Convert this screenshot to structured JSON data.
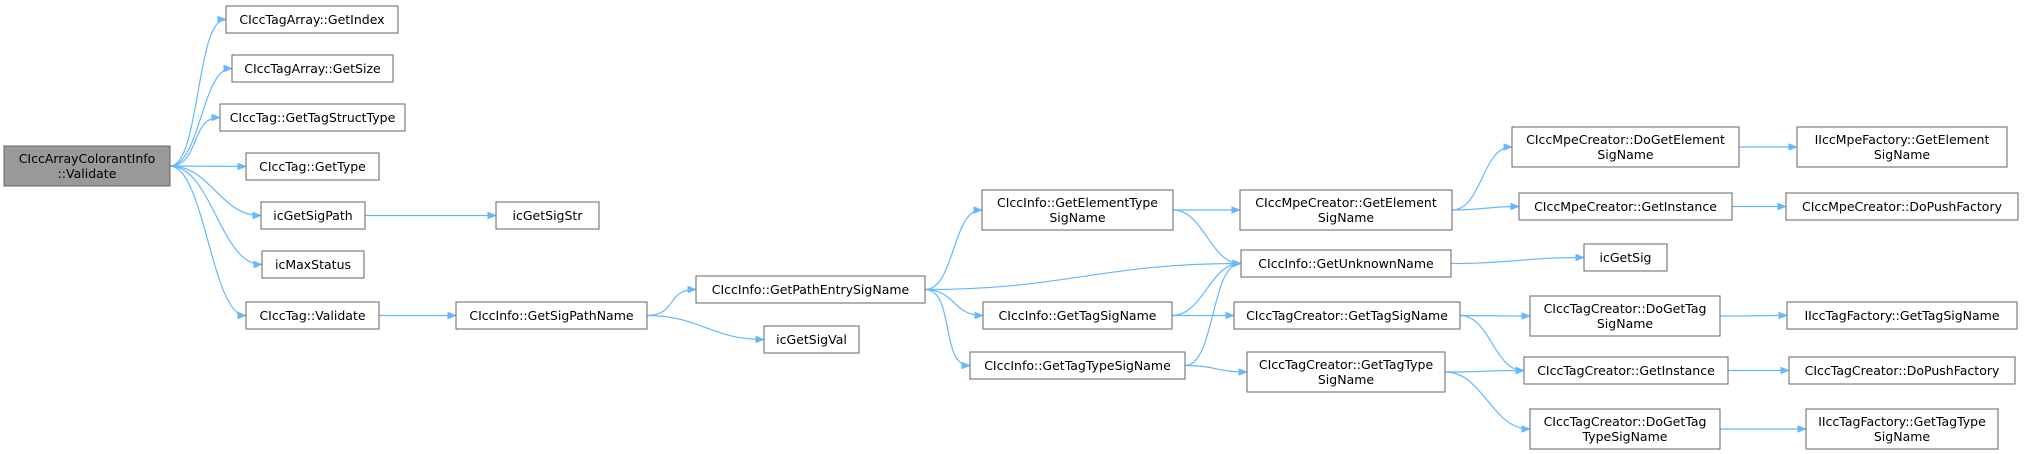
{
  "nodes": [
    {
      "id": "root",
      "lines": [
        "CIccArrayColorantInfo",
        "::Validate"
      ],
      "root": true
    },
    {
      "id": "tagarray-getindex",
      "lines": [
        "CIccTagArray::GetIndex"
      ]
    },
    {
      "id": "tagarray-getsize",
      "lines": [
        "CIccTagArray::GetSize"
      ]
    },
    {
      "id": "tag-gettagstructtype",
      "lines": [
        "CIccTag::GetTagStructType"
      ]
    },
    {
      "id": "tag-gettype",
      "lines": [
        "CIccTag::GetType"
      ]
    },
    {
      "id": "icgetsigpath",
      "lines": [
        "icGetSigPath"
      ]
    },
    {
      "id": "icgetsigstr",
      "lines": [
        "icGetSigStr"
      ]
    },
    {
      "id": "icmaxstatus",
      "lines": [
        "icMaxStatus"
      ]
    },
    {
      "id": "tag-validate",
      "lines": [
        "CIccTag::Validate"
      ]
    },
    {
      "id": "info-getsigpathname",
      "lines": [
        "CIccInfo::GetSigPathName"
      ]
    },
    {
      "id": "icgetsigval",
      "lines": [
        "icGetSigVal"
      ]
    },
    {
      "id": "info-getpathentrysigname",
      "lines": [
        "CIccInfo::GetPathEntrySigName"
      ]
    },
    {
      "id": "info-getelementtypesigname",
      "lines": [
        "CIccInfo::GetElementType",
        "SigName"
      ]
    },
    {
      "id": "info-gettagsigname",
      "lines": [
        "CIccInfo::GetTagSigName"
      ]
    },
    {
      "id": "info-gettagtypesigname",
      "lines": [
        "CIccInfo::GetTagTypeSigName"
      ]
    },
    {
      "id": "mpecreator-getelementsigname",
      "lines": [
        "CIccMpeCreator::GetElement",
        "SigName"
      ]
    },
    {
      "id": "info-getunknownname",
      "lines": [
        "CIccInfo::GetUnknownName"
      ]
    },
    {
      "id": "tagcreator-gettagsigname",
      "lines": [
        "CIccTagCreator::GetTagSigName"
      ]
    },
    {
      "id": "tagcreator-gettagtypesigname",
      "lines": [
        "CIccTagCreator::GetTagType",
        "SigName"
      ]
    },
    {
      "id": "mpecreator-dogetelementsigname",
      "lines": [
        "CIccMpeCreator::DoGetElement",
        "SigName"
      ]
    },
    {
      "id": "mpecreator-getinstance",
      "lines": [
        "CIccMpeCreator::GetInstance"
      ]
    },
    {
      "id": "icgetsig",
      "lines": [
        "icGetSig"
      ]
    },
    {
      "id": "tagcreator-dogettagsigname",
      "lines": [
        "CIccTagCreator::DoGetTag",
        "SigName"
      ]
    },
    {
      "id": "tagcreator-getinstance",
      "lines": [
        "CIccTagCreator::GetInstance"
      ]
    },
    {
      "id": "tagcreator-dogettagtypesigname",
      "lines": [
        "CIccTagCreator::DoGetTag",
        "TypeSigName"
      ]
    },
    {
      "id": "mpefactory-getelementsigname",
      "lines": [
        "IIccMpeFactory::GetElement",
        "SigName"
      ]
    },
    {
      "id": "mpecreator-dopushfactory",
      "lines": [
        "CIccMpeCreator::DoPushFactory"
      ]
    },
    {
      "id": "tagfactory-gettagsigname",
      "lines": [
        "IIccTagFactory::GetTagSigName"
      ]
    },
    {
      "id": "tagcreator-dopushfactory",
      "lines": [
        "CIccTagCreator::DoPushFactory"
      ]
    },
    {
      "id": "tagfactory-gettagtypesigname",
      "lines": [
        "IIccTagFactory::GetTagType",
        "SigName"
      ]
    }
  ],
  "edges": [
    [
      "root",
      "tagarray-getindex"
    ],
    [
      "root",
      "tagarray-getsize"
    ],
    [
      "root",
      "tag-gettagstructtype"
    ],
    [
      "root",
      "tag-gettype"
    ],
    [
      "root",
      "icgetsigpath"
    ],
    [
      "root",
      "icmaxstatus"
    ],
    [
      "root",
      "tag-validate"
    ],
    [
      "icgetsigpath",
      "icgetsigstr"
    ],
    [
      "tag-validate",
      "info-getsigpathname"
    ],
    [
      "info-getsigpathname",
      "info-getpathentrysigname"
    ],
    [
      "info-getsigpathname",
      "icgetsigval"
    ],
    [
      "info-getpathentrysigname",
      "info-getelementtypesigname"
    ],
    [
      "info-getpathentrysigname",
      "info-getunknownname"
    ],
    [
      "info-getpathentrysigname",
      "info-gettagsigname"
    ],
    [
      "info-getpathentrysigname",
      "info-gettagtypesigname"
    ],
    [
      "info-getelementtypesigname",
      "mpecreator-getelementsigname"
    ],
    [
      "info-getelementtypesigname",
      "info-getunknownname"
    ],
    [
      "info-gettagsigname",
      "info-getunknownname"
    ],
    [
      "info-gettagsigname",
      "tagcreator-gettagsigname"
    ],
    [
      "info-gettagtypesigname",
      "info-getunknownname"
    ],
    [
      "info-gettagtypesigname",
      "tagcreator-gettagtypesigname"
    ],
    [
      "mpecreator-getelementsigname",
      "mpecreator-dogetelementsigname"
    ],
    [
      "mpecreator-getelementsigname",
      "mpecreator-getinstance"
    ],
    [
      "mpecreator-dogetelementsigname",
      "mpefactory-getelementsigname"
    ],
    [
      "mpecreator-getinstance",
      "mpecreator-dopushfactory"
    ],
    [
      "info-getunknownname",
      "icgetsig"
    ],
    [
      "tagcreator-gettagsigname",
      "tagcreator-dogettagsigname"
    ],
    [
      "tagcreator-gettagsigname",
      "tagcreator-getinstance"
    ],
    [
      "tagcreator-dogettagsigname",
      "tagfactory-gettagsigname"
    ],
    [
      "tagcreator-gettagtypesigname",
      "tagcreator-getinstance"
    ],
    [
      "tagcreator-gettagtypesigname",
      "tagcreator-dogettagtypesigname"
    ],
    [
      "tagcreator-getinstance",
      "tagcreator-dopushfactory"
    ],
    [
      "tagcreator-dogettagtypesigname",
      "tagfactory-gettagtypesigname"
    ]
  ],
  "colors": {
    "edge": "#63b8ff",
    "node_border": "#666666",
    "root_fill": "#999999",
    "node_fill": "#ffffff"
  }
}
